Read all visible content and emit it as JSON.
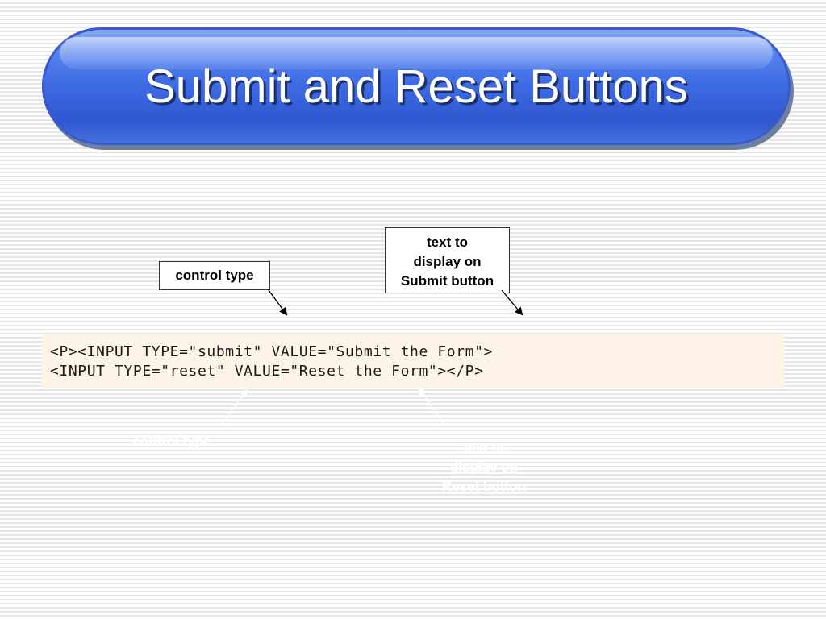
{
  "slide": {
    "title": "Submit and Reset Buttons",
    "callouts": {
      "control_type": "control type",
      "submit_text": [
        "text to",
        "display on",
        "Submit button"
      ]
    },
    "code": {
      "line1": "<P><INPUT TYPE=\"submit\" VALUE=\"Submit the Form\">",
      "line2": "<INPUT TYPE=\"reset\" VALUE=\"Reset the Form\"></P>"
    },
    "faded_labels": {
      "control_type": "control type",
      "reset_text": [
        "text to",
        "display on",
        "Reset button"
      ]
    },
    "colors": {
      "title_blue": "#3d6ae3",
      "code_background": "#fdf3e6"
    }
  }
}
